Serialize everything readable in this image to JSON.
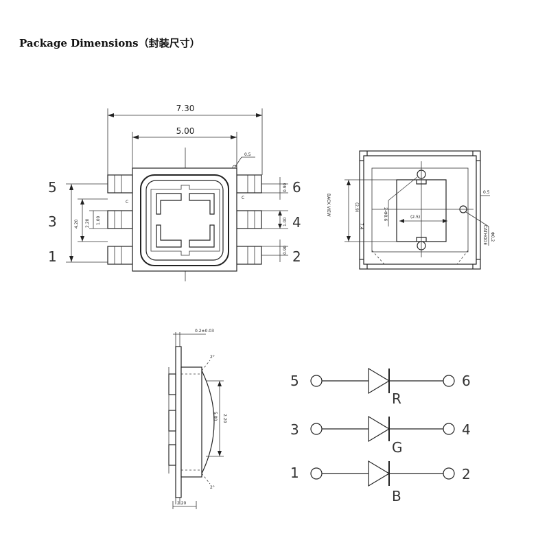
{
  "title": "Package Dimensions（封装尺寸）",
  "front_view": {
    "dim_overall": "7.30",
    "dim_body": "5.00",
    "dim_corner": "0.5",
    "dim_left_outer": "4.20",
    "dim_left_inner": "2.20",
    "dim_left_pitch": "1.00",
    "dim_right_top": "0.90",
    "dim_right_mid": "1.00",
    "dim_right_bottom": "0.90",
    "label_c": "C",
    "pins": {
      "p5": "5",
      "p3": "3",
      "p1": "1",
      "p6": "6",
      "p4": "4",
      "p2": "2"
    }
  },
  "back_view": {
    "label_back_view": "BACK VIEW",
    "dim_height": "7.4",
    "dim_inner": "(2.9)",
    "dim_holes": "2-Φ0.6",
    "dim_width": "(2.5)",
    "dim_right": "0.5",
    "dim_circle": "Φ0.2",
    "label_cathode": "CATHODE"
  },
  "side_view": {
    "dim_top": "0.2±0.03",
    "dim_angle_top": "2°",
    "dim_angle_bottom": "2°",
    "dim_lens": "5.00",
    "dim_length": "2.20",
    "dim_bottom": "2.20"
  },
  "schematic": {
    "rows": [
      {
        "left": "5",
        "right": "6",
        "color": "R"
      },
      {
        "left": "3",
        "right": "4",
        "color": "G"
      },
      {
        "left": "1",
        "right": "2",
        "color": "B"
      }
    ]
  }
}
